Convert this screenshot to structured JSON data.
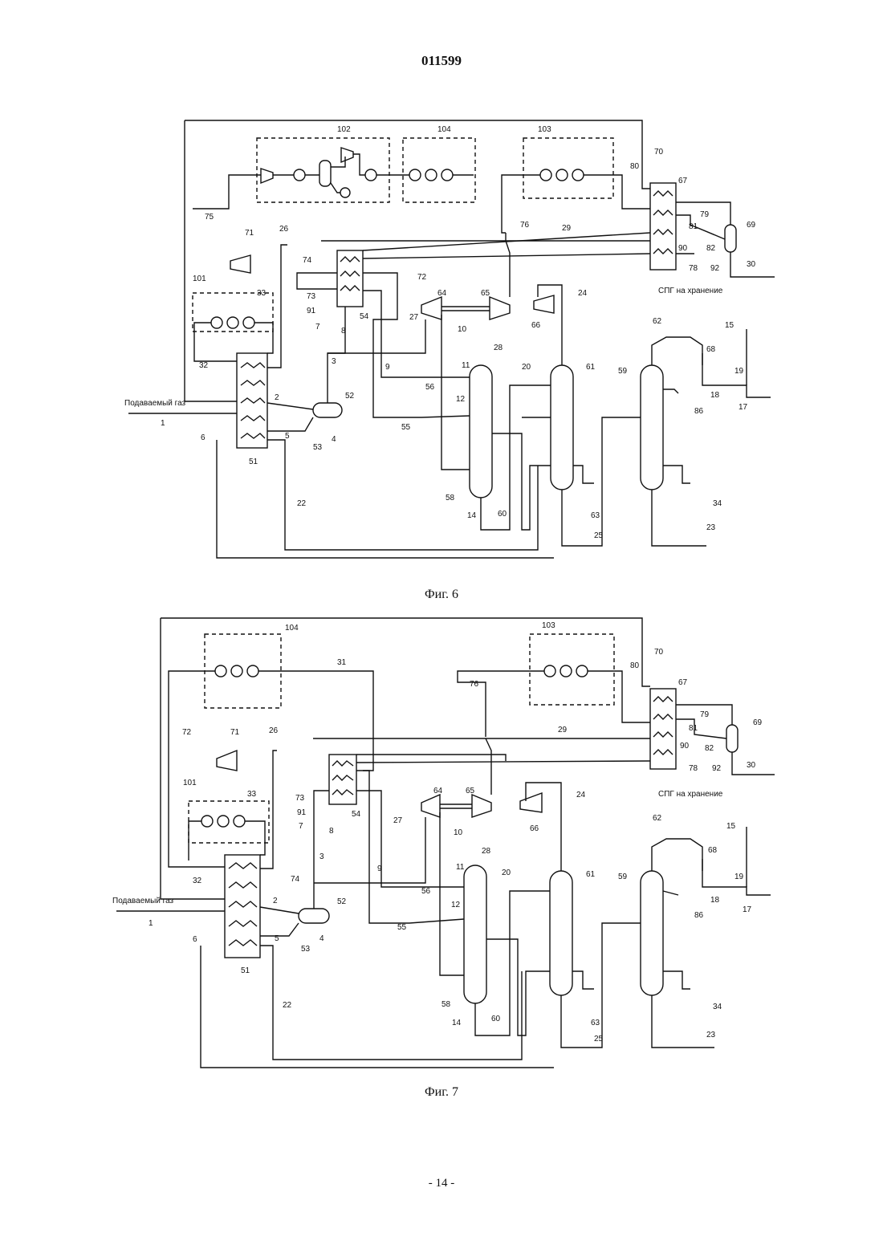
{
  "document_number": "011599",
  "page_number": "- 14 -",
  "figures": [
    {
      "caption": "Фиг. 6",
      "feed_label": "Подаваемый газ",
      "storage_label": "СПГ на хранение",
      "labels": {
        "n1": "1",
        "n2": "2",
        "n3": "3",
        "n4": "4",
        "n5": "5",
        "n6": "6",
        "n7": "7",
        "n8": "8",
        "n9": "9",
        "n10": "10",
        "n11": "11",
        "n12": "12",
        "n14": "14",
        "n15": "15",
        "n17": "17",
        "n18": "18",
        "n19": "19",
        "n20": "20",
        "n22": "22",
        "n23": "23",
        "n24": "24",
        "n25": "25",
        "n26": "26",
        "n27": "27",
        "n28": "28",
        "n29": "29",
        "n30": "30",
        "n32": "32",
        "n33": "33",
        "n34": "34",
        "n51": "51",
        "n52": "52",
        "n53": "53",
        "n54": "54",
        "n55": "55",
        "n56": "56",
        "n58": "58",
        "n59": "59",
        "n60": "60",
        "n61": "61",
        "n62": "62",
        "n63": "63",
        "n64": "64",
        "n65": "65",
        "n66": "66",
        "n67": "67",
        "n68": "68",
        "n69": "69",
        "n70": "70",
        "n71": "71",
        "n72": "72",
        "n73": "73",
        "n74": "74",
        "n75": "75",
        "n76": "76",
        "n78": "78",
        "n79": "79",
        "n80": "80",
        "n81": "81",
        "n82": "82",
        "n86": "86",
        "n90": "90",
        "n91": "91",
        "n92": "92",
        "n101": "101",
        "n102": "102",
        "n103": "103",
        "n104": "104"
      }
    },
    {
      "caption": "Фиг. 7",
      "feed_label": "Подаваемый газ",
      "storage_label": "СПГ на хранение",
      "labels": {
        "n1": "1",
        "n2": "2",
        "n3": "3",
        "n4": "4",
        "n5": "5",
        "n6": "6",
        "n7": "7",
        "n8": "8",
        "n9": "9",
        "n10": "10",
        "n11": "11",
        "n12": "12",
        "n14": "14",
        "n15": "15",
        "n17": "17",
        "n18": "18",
        "n19": "19",
        "n20": "20",
        "n22": "22",
        "n23": "23",
        "n24": "24",
        "n25": "25",
        "n26": "26",
        "n27": "27",
        "n28": "28",
        "n29": "29",
        "n30": "30",
        "n31": "31",
        "n32": "32",
        "n33": "33",
        "n34": "34",
        "n51": "51",
        "n52": "52",
        "n53": "53",
        "n54": "54",
        "n55": "55",
        "n56": "56",
        "n58": "58",
        "n59": "59",
        "n60": "60",
        "n61": "61",
        "n62": "62",
        "n63": "63",
        "n64": "64",
        "n65": "65",
        "n66": "66",
        "n67": "67",
        "n68": "68",
        "n69": "69",
        "n70": "70",
        "n71": "71",
        "n72": "72",
        "n73": "73",
        "n74": "74",
        "n76": "76",
        "n78": "78",
        "n79": "79",
        "n80": "80",
        "n81": "81",
        "n82": "82",
        "n86": "86",
        "n90": "90",
        "n91": "91",
        "n92": "92",
        "n101": "101",
        "n103": "103",
        "n104": "104"
      }
    }
  ]
}
